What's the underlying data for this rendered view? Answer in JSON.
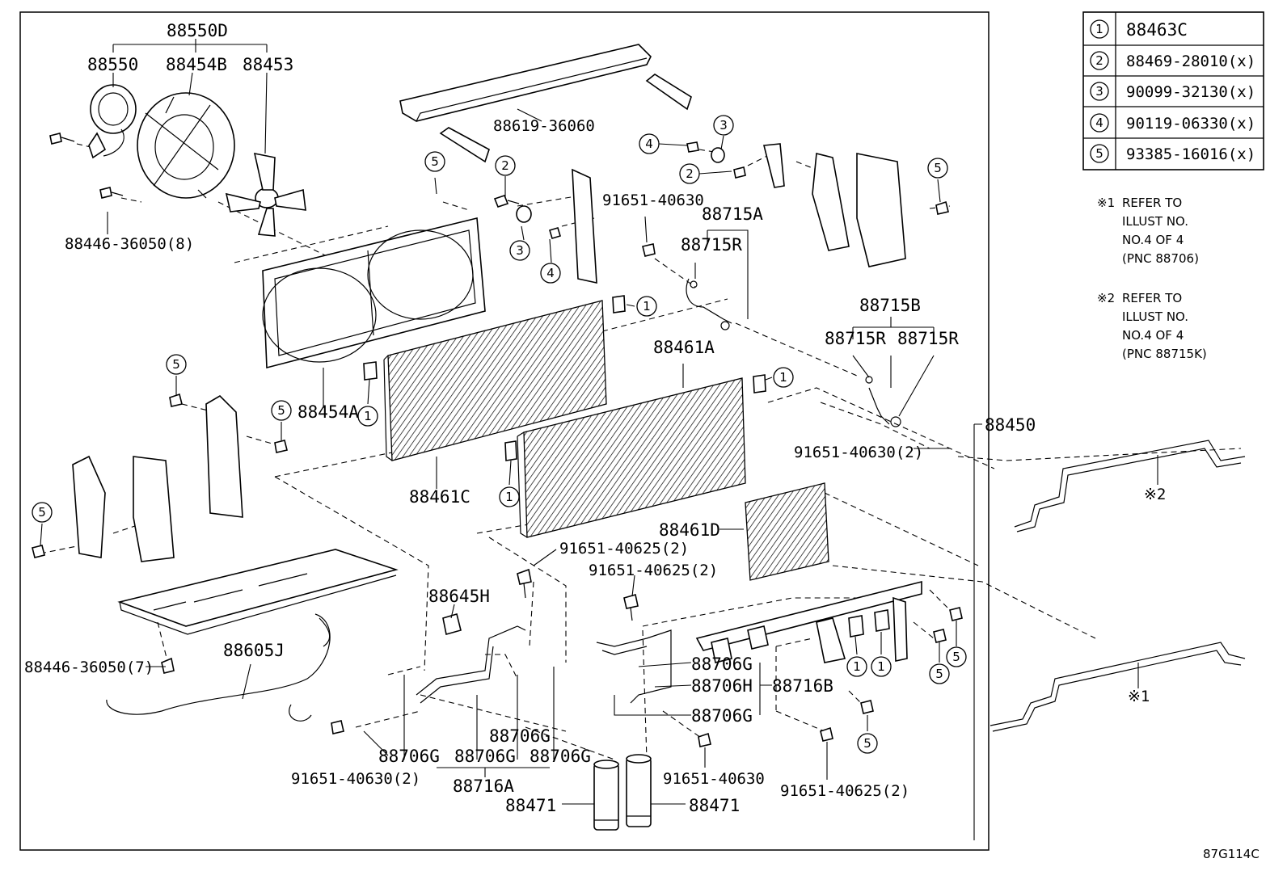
{
  "labels": {
    "fan_assy": "88550D",
    "motor": "88550",
    "shroud": "88454B",
    "fan": "88453",
    "bolt_top_left": "88446-36050(8)",
    "bracket_top": "88619-36060",
    "bolt_center": "91651-40630",
    "bracket_set_a": "88715A",
    "bracket_r_upper": "88715R",
    "bracket_set_b": "88715B",
    "bracket_r_left": "88715R",
    "bracket_r_right": "88715R",
    "condenser_a": "88461A",
    "fan_frame": "88454A",
    "condenser_c": "88461C",
    "condenser_d": "88461D",
    "assembly": "88450",
    "bolt_right_pair": "91651-40630(2)",
    "bolt_mid_a": "91651-40625(2)",
    "bolt_mid_b": "91651-40625(2)",
    "switch": "88645H",
    "wire": "88605J",
    "bolt_bottom_left": "88446-36050(7)",
    "clamp_g1": "88706G",
    "clamp_h": "88706H",
    "clamp_g2": "88706G",
    "pipe_b": "88716B",
    "clamp_g3": "88706G",
    "clamp_g4": "88706G",
    "clamp_g5": "88706G",
    "pipe_a": "88716A",
    "bolt_bottom_pair": "91651-40630(2)",
    "bolt_bottom_single": "91651-40630",
    "bolt_bottom_right": "91651-40625(2)",
    "receiver_left": "88471",
    "receiver_right": "88471",
    "ref_mark_1": "※1",
    "ref_mark_2": "※2",
    "drawing_no": "87G114C"
  },
  "legend": [
    {
      "num": "1",
      "part": "88463C"
    },
    {
      "num": "2",
      "part": "88469-28010(x)"
    },
    {
      "num": "3",
      "part": "90099-32130(x)"
    },
    {
      "num": "4",
      "part": "90119-06330(x)"
    },
    {
      "num": "5",
      "part": "93385-16016(x)"
    }
  ],
  "notes": [
    {
      "mark": "※1",
      "lines": [
        "REFER TO",
        "ILLUST NO.",
        "NO.4 OF 4",
        "(PNC 88706)"
      ]
    },
    {
      "mark": "※2",
      "lines": [
        "REFER TO",
        "ILLUST NO.",
        "NO.4 OF 4",
        "(PNC 88715K)"
      ]
    }
  ],
  "callouts": {
    "c5_fan": "5",
    "c2_a": "2",
    "c3_a": "3",
    "c4_a": "4",
    "c4_b": "4",
    "c3_b": "3",
    "c2_b": "2",
    "c5_tr": "5",
    "c1_a": "1",
    "c1_b": "1",
    "c1_c": "1",
    "c1_d": "1",
    "c5_left": "5",
    "c5_mid": "5",
    "c5_lower": "5",
    "c5_br1": "5",
    "c5_br2": "5",
    "c5_br3": "5",
    "c1_e": "1",
    "c1_f": "1"
  }
}
